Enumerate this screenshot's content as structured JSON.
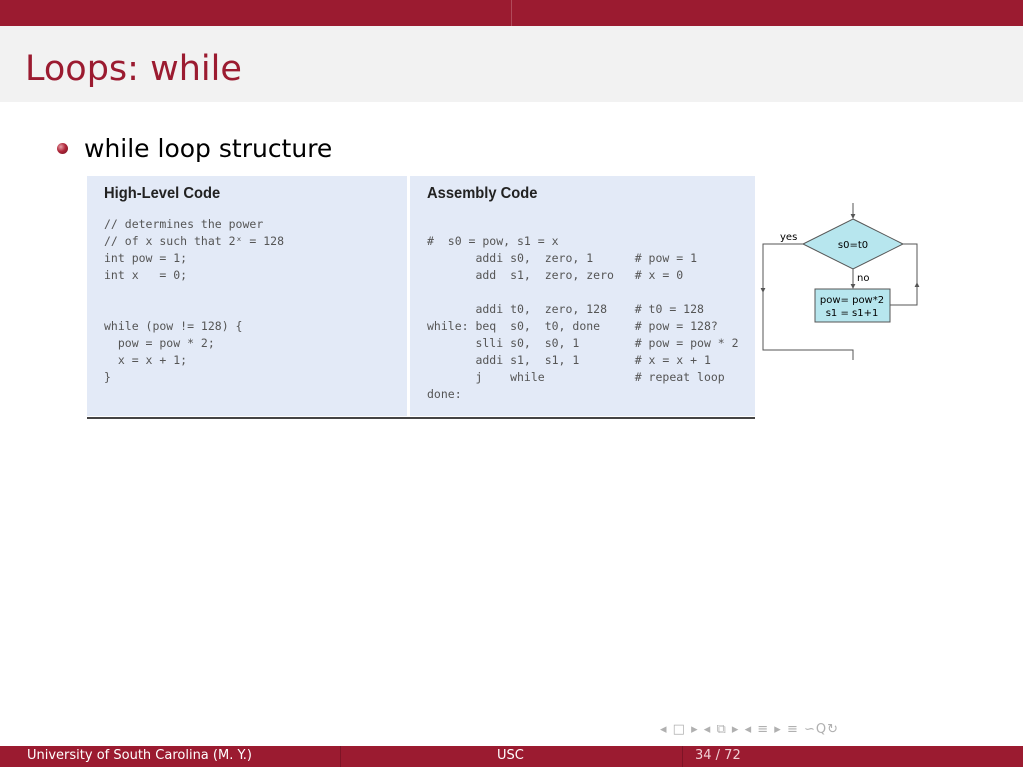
{
  "slide": {
    "title": "Loops: while",
    "bullet": "while loop structure",
    "page_number": "34 / 72"
  },
  "code_panels": {
    "high_level": {
      "heading": "High-Level Code",
      "lines": [
        "// determines the power",
        "// of x such that 2ˣ = 128",
        "int pow = 1;",
        "int x   = 0;",
        "while (pow != 128) {",
        "  pow = pow * 2;",
        "  x = x + 1;",
        "}"
      ]
    },
    "assembly": {
      "heading": "Assembly Code",
      "lines": [
        "#  s0 = pow, s1 = x",
        "       addi s0,  zero, 1      # pow = 1",
        "       add  s1,  zero, zero   # x = 0",
        "       addi t0,  zero, 128    # t0 = 128",
        "while: beq  s0,  t0, done     # pow = 128?",
        "       slli s0,  s0, 1        # pow = pow * 2",
        "       addi s1,  s1, 1        # x = x + 1",
        "       j    while             # repeat loop",
        "done:"
      ]
    }
  },
  "flowchart": {
    "condition": "s0=t0",
    "yes_label": "yes",
    "no_label": "no",
    "body_line1": "pow= pow*2",
    "body_line2": "s1 = s1+1",
    "colors": {
      "fill": "#b7e6ee",
      "stroke": "#555555"
    }
  },
  "footer": {
    "author": "University of South Carolina  (M. Y.)",
    "institution": "USC",
    "page": "34 / 72"
  },
  "nav": {
    "icons": [
      "nav-prev-frame-icon",
      "nav-frame-icon",
      "nav-next-frame-icon",
      "nav-prev-subsection-icon",
      "nav-subsection-icon",
      "nav-next-subsection-icon",
      "nav-prev-section-icon",
      "nav-section-icon",
      "nav-next-section-icon",
      "nav-toc-icon",
      "nav-search-icon"
    ]
  },
  "colors": {
    "accent": "#9b1b30",
    "title_band": "#f2f2f2",
    "code_bg": "#e3eaf7"
  }
}
